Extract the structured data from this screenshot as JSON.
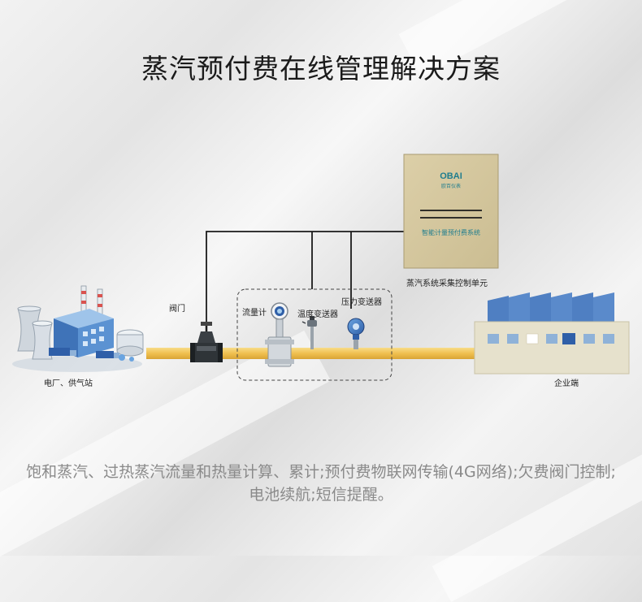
{
  "title": "蒸汽预付费在线管理解决方案",
  "labels": {
    "power_plant": "电厂、供气站",
    "valve": "阀门",
    "flowmeter": "流量计",
    "temp_transmitter": "温度变送器",
    "pressure_transmitter": "压力变送器",
    "enterprise": "企业端",
    "collector_unit": "蒸汽系统采集控制单元"
  },
  "cabinet": {
    "brand": "OBAI",
    "brand_sub": "欧百仪表",
    "system_name": "智能计量预付费系统"
  },
  "description": "饱和蒸汽、过热蒸汽流量和热量计算、累计;预付费物联网传输(4G网络);欠费阀门控制;电池续航;短信提醒。",
  "colors": {
    "pipe": "#f0c050",
    "cabinet": "#d6c9a2",
    "cabinet_text": "#1f7d8e",
    "factory_roof": "#4f7fc2",
    "factory_wall": "#e6e1cc"
  }
}
